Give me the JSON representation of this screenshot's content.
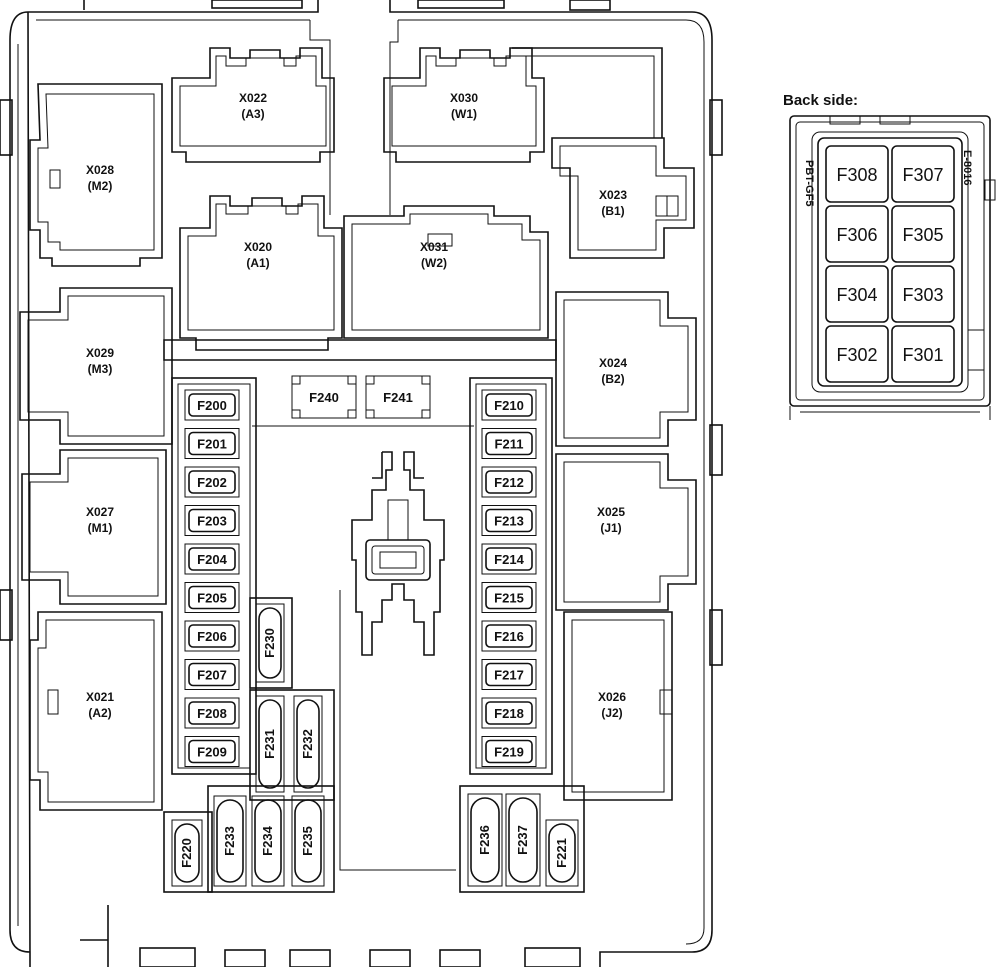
{
  "connectors": [
    {
      "id": "X022",
      "pin": "(A3)"
    },
    {
      "id": "X030",
      "pin": "(W1)"
    },
    {
      "id": "X028",
      "pin": "(M2)"
    },
    {
      "id": "X023",
      "pin": "(B1)"
    },
    {
      "id": "X020",
      "pin": "(A1)"
    },
    {
      "id": "X031",
      "pin": "(W2)"
    },
    {
      "id": "X029",
      "pin": "(M3)"
    },
    {
      "id": "X024",
      "pin": "(B2)"
    },
    {
      "id": "X027",
      "pin": "(M1)"
    },
    {
      "id": "X025",
      "pin": "(J1)"
    },
    {
      "id": "X021",
      "pin": "(A2)"
    },
    {
      "id": "X026",
      "pin": "(J2)"
    }
  ],
  "left_fuses": [
    "F200",
    "F201",
    "F202",
    "F203",
    "F204",
    "F205",
    "F206",
    "F207",
    "F208",
    "F209"
  ],
  "right_fuses": [
    "F210",
    "F211",
    "F212",
    "F213",
    "F214",
    "F215",
    "F216",
    "F217",
    "F218",
    "F219"
  ],
  "top_fuses": [
    "F240",
    "F241"
  ],
  "vertical_fuses": [
    "F230",
    "F231",
    "F232",
    "F220",
    "F233",
    "F234",
    "F235",
    "F236",
    "F237",
    "F221"
  ],
  "back_side": {
    "heading": "Back side:",
    "fuses": [
      "F308",
      "F307",
      "F306",
      "F305",
      "F304",
      "F303",
      "F302",
      "F301"
    ],
    "side_text_left": "PBT-GF5",
    "side_text_right": "E-8016"
  }
}
